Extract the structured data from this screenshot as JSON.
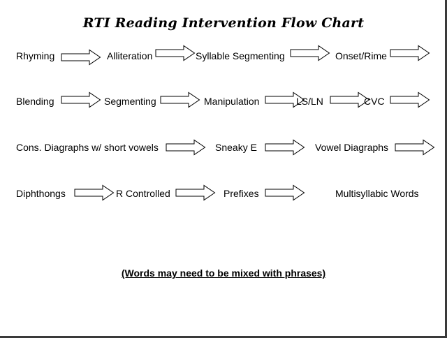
{
  "title": "RTI Reading Intervention Flow Chart",
  "rows": [
    [
      "Rhyming",
      "Alliteration",
      "Syllable Segmenting",
      "Onset/Rime"
    ],
    [
      "Blending",
      "Segmenting",
      "Manipulation",
      "LS/LN",
      "CVC"
    ],
    [
      "Cons. Diagraphs w/ short vowels",
      "Sneaky E",
      "Vowel Diagraphs"
    ],
    [
      "Diphthongs",
      "R Controlled",
      "Prefixes",
      "Multisyllabic Words"
    ]
  ],
  "note": "(Words may need to be mixed with phrases)"
}
